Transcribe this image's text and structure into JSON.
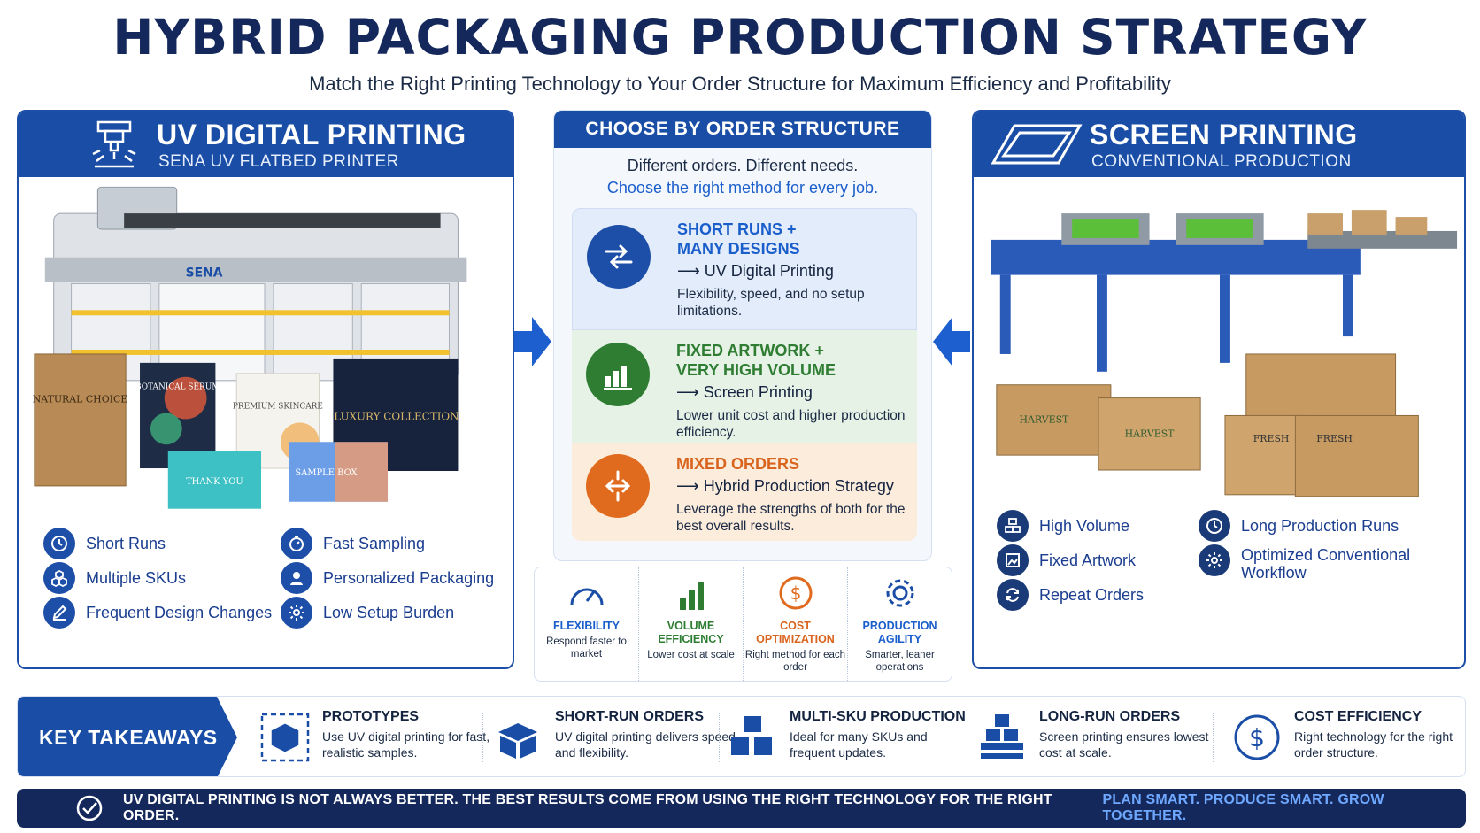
{
  "header": {
    "title": "HYBRID PACKAGING PRODUCTION STRATEGY",
    "subtitle": "Match the Right Printing Technology to Your Order Structure for Maximum Efficiency and Profitability"
  },
  "left_panel": {
    "title": "UV DIGITAL PRINTING",
    "subtitle": "SENA UV FLATBED PRINTER",
    "printer_brand": "SENA",
    "box_labels": [
      "NATURAL CHOICE",
      "BOTANICAL SERUM",
      "PREMIUM SKINCARE",
      "LUXURY COLLECTION",
      "THANK YOU",
      "SAMPLE BOX"
    ],
    "features": [
      {
        "label": "Short Runs",
        "icon": "clock-icon"
      },
      {
        "label": "Fast Sampling",
        "icon": "stopwatch-icon"
      },
      {
        "label": "Multiple SKUs",
        "icon": "cubes-icon"
      },
      {
        "label": "Personalized Packaging",
        "icon": "user-icon"
      },
      {
        "label": "Frequent Design Changes",
        "icon": "pencil-icon"
      },
      {
        "label": "Low Setup Burden",
        "icon": "gear-icon"
      }
    ]
  },
  "center": {
    "header": "CHOOSE BY ORDER STRUCTURE",
    "line1": "Different orders. Different needs.",
    "line2": "Choose the right method for every job.",
    "options": [
      {
        "title1": "SHORT RUNS +",
        "title2": "MANY DESIGNS",
        "method": "⟶ UV Digital Printing",
        "desc": "Flexibility, speed, and no setup limitations."
      },
      {
        "title1": "FIXED ARTWORK +",
        "title2": "VERY HIGH VOLUME",
        "method": "⟶ Screen Printing",
        "desc": "Lower unit cost and higher production efficiency."
      },
      {
        "title1": "MIXED ORDERS",
        "method": "⟶ Hybrid Production Strategy",
        "desc": "Leverage the strengths of both for the best overall results."
      }
    ],
    "benefits": [
      {
        "title": "FLEXIBILITY",
        "desc": "Respond faster to market",
        "color": "#1a5ecb"
      },
      {
        "title": "VOLUME EFFICIENCY",
        "desc": "Lower cost at scale",
        "color": "#2e7d32"
      },
      {
        "title": "COST OPTIMIZATION",
        "desc": "Right method for each order",
        "color": "#d9641d"
      },
      {
        "title": "PRODUCTION AGILITY",
        "desc": "Smarter, leaner operations",
        "color": "#1a5ecb"
      }
    ]
  },
  "right_panel": {
    "title": "SCREEN PRINTING",
    "subtitle": "CONVENTIONAL PRODUCTION",
    "box_labels": [
      "HARVEST",
      "HARVEST",
      "FRESH",
      "FRESH"
    ],
    "features": [
      {
        "label": "High Volume",
        "icon": "stack-icon"
      },
      {
        "label": "Long Production Runs",
        "icon": "clock-icon"
      },
      {
        "label": "Fixed Artwork",
        "icon": "image-frame-icon"
      },
      {
        "label": "Optimized Conventional",
        "label2": "Workflow",
        "icon": "gear-icon"
      },
      {
        "label": "Repeat Orders",
        "icon": "repeat-icon"
      }
    ]
  },
  "takeaways": {
    "label": "KEY TAKEAWAYS",
    "items": [
      {
        "title": "PROTOTYPES",
        "desc": "Use UV digital printing for fast, realistic samples."
      },
      {
        "title": "SHORT-RUN ORDERS",
        "desc": "UV digital printing delivers speed and flexibility."
      },
      {
        "title": "MULTI-SKU PRODUCTION",
        "desc": "Ideal for many SKUs and frequent updates."
      },
      {
        "title": "LONG-RUN ORDERS",
        "desc": "Screen printing ensures lowest cost at scale."
      },
      {
        "title": "COST EFFICIENCY",
        "desc": "Right technology for the right order structure."
      }
    ]
  },
  "banner": {
    "main": "UV DIGITAL PRINTING IS NOT ALWAYS BETTER. THE BEST RESULTS COME FROM USING THE RIGHT TECHNOLOGY FOR THE RIGHT ORDER.",
    "accent": "PLAN SMART. PRODUCE SMART. GROW TOGETHER."
  },
  "colors": {
    "primary": "#1a4ea6",
    "navy": "#14285c",
    "green": "#2e7d32",
    "orange": "#e06a1d"
  }
}
